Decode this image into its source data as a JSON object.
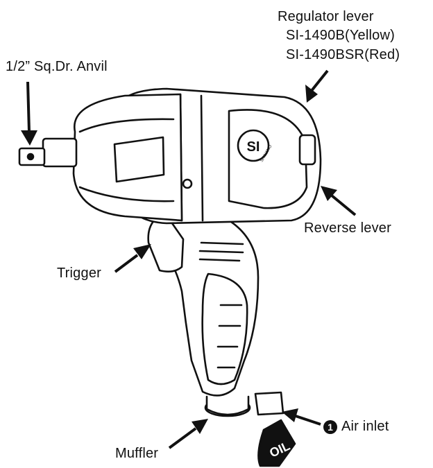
{
  "labels": {
    "anvil": "1/2” Sq.Dr. Anvil",
    "regulator_title": "Regulator lever",
    "regulator_yellow": "SI-1490B(Yellow)",
    "regulator_red": "SI-1490BSR(Red)",
    "reverse": "Reverse lever",
    "trigger": "Trigger",
    "muffler": "Muffler",
    "air_inlet_step": "1",
    "air_inlet": "Air inlet"
  },
  "tool": {
    "logo_text": "SHINANO",
    "oil_bottle_text": "OIL"
  },
  "icons": [
    "arrow-icon",
    "step-number-badge-icon",
    "logo-icon"
  ]
}
